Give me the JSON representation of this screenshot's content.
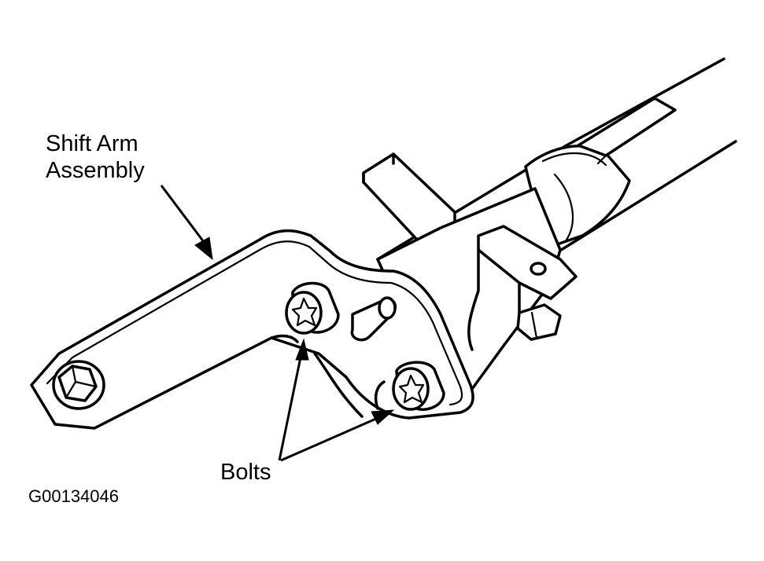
{
  "labels": {
    "shift_arm_line1": "Shift Arm",
    "shift_arm_line2": "Assembly",
    "bolts": "Bolts",
    "figure_id": "G00134046"
  },
  "colors": {
    "line": "#000000",
    "background": "#ffffff"
  },
  "icons": {
    "bolt_head": "torx-bolt-icon",
    "nut": "hex-nut-icon"
  }
}
